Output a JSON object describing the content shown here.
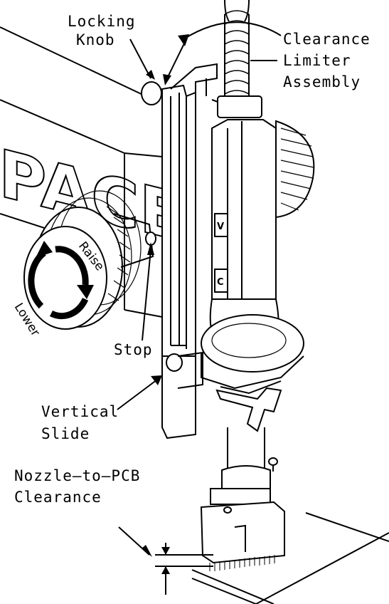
{
  "labels": {
    "locking_knob_1": "Locking",
    "locking_knob_2": "Knob",
    "clearance_limiter_1": "Clearance",
    "clearance_limiter_2": "Limiter",
    "clearance_limiter_3": "Assembly",
    "stop": "Stop",
    "vertical_slide_1": "Vertical",
    "vertical_slide_2": "Slide",
    "nozzle_clearance_1": "Nozzle—to—PCB",
    "nozzle_clearance_2": "Clearance"
  },
  "knob_text": {
    "raise": "Raise",
    "lower": "Lower"
  },
  "column_marks": {
    "v": "V",
    "c": "C"
  },
  "brand": "PACE",
  "colors": {
    "line": "#000000",
    "background": "#ffffff"
  }
}
